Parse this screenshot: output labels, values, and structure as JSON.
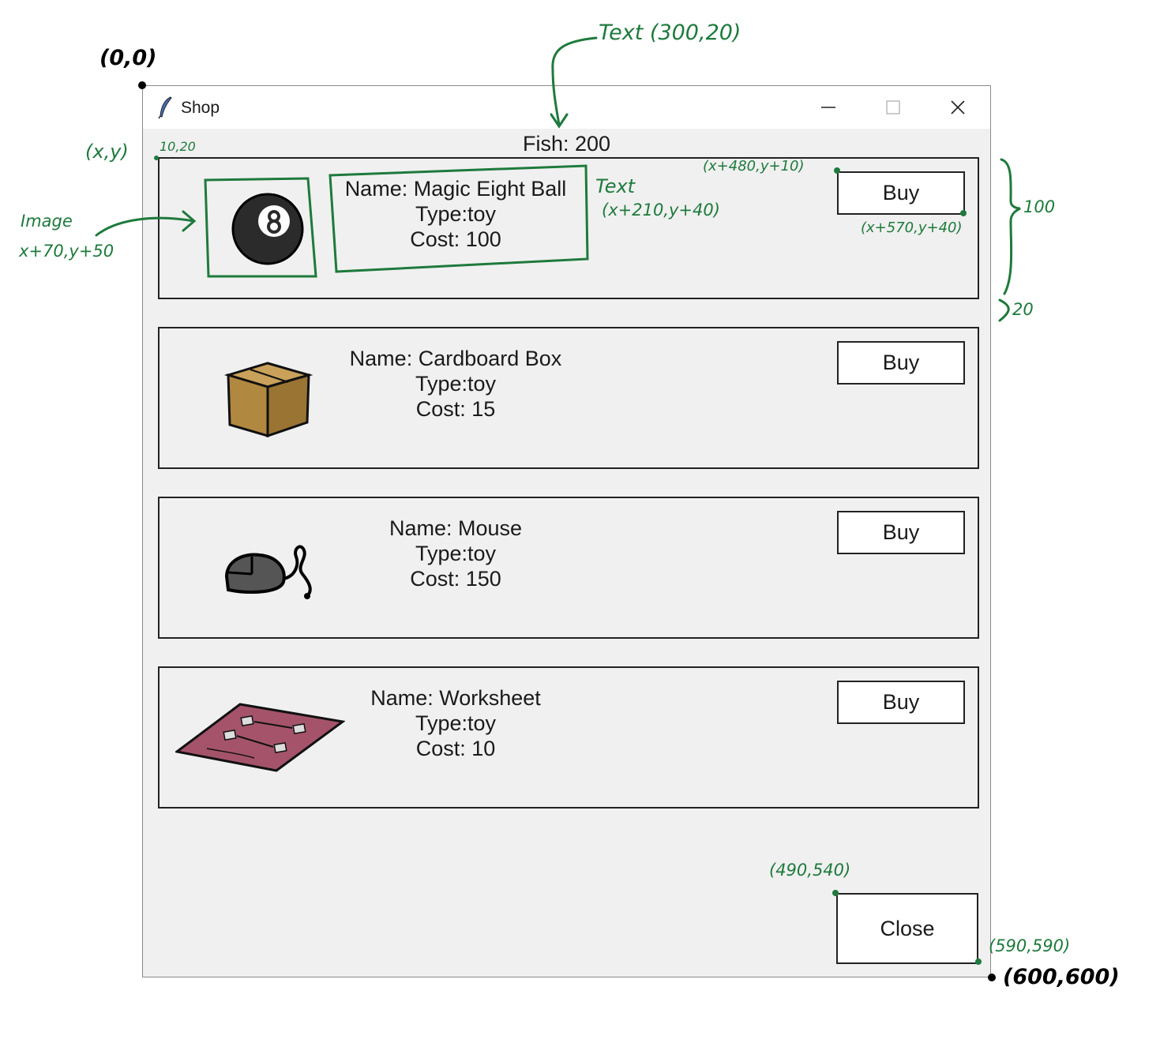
{
  "window": {
    "title": "Shop"
  },
  "fish_label": "Fish: 200",
  "items": [
    {
      "name": "Name: Magic Eight Ball",
      "type": "Type:toy",
      "cost": "Cost: 100",
      "buy_label": "Buy",
      "icon": "eight-ball-icon"
    },
    {
      "name": "Name: Cardboard Box",
      "type": "Type:toy",
      "cost": "Cost: 15",
      "buy_label": "Buy",
      "icon": "cardboard-box-icon"
    },
    {
      "name": "Name: Mouse",
      "type": "Type:toy",
      "cost": "Cost: 150",
      "buy_label": "Buy",
      "icon": "mouse-icon"
    },
    {
      "name": "Name: Worksheet",
      "type": "Type:toy",
      "cost": "Cost: 10",
      "buy_label": "Buy",
      "icon": "worksheet-icon"
    }
  ],
  "close_label": "Close",
  "annotations": {
    "origin": "(0,0)",
    "end": "(600,600)",
    "text_pos": "Text (300,20)",
    "xy": "(x,y)",
    "xy_val": "10,20",
    "image": "Image",
    "image_pos": "x+70,y+50",
    "text": "Text",
    "text_pos_item": "(x+210,y+40)",
    "buy_top": "(x+480,y+10)",
    "buy_bottom": "(x+570,y+40)",
    "height": "100",
    "gap": "20",
    "close_top": "(490,540)",
    "close_bottom": "(590,590)"
  },
  "colors": {
    "annotation": "#1e7a3c",
    "window_bg": "#f0f0f0"
  }
}
